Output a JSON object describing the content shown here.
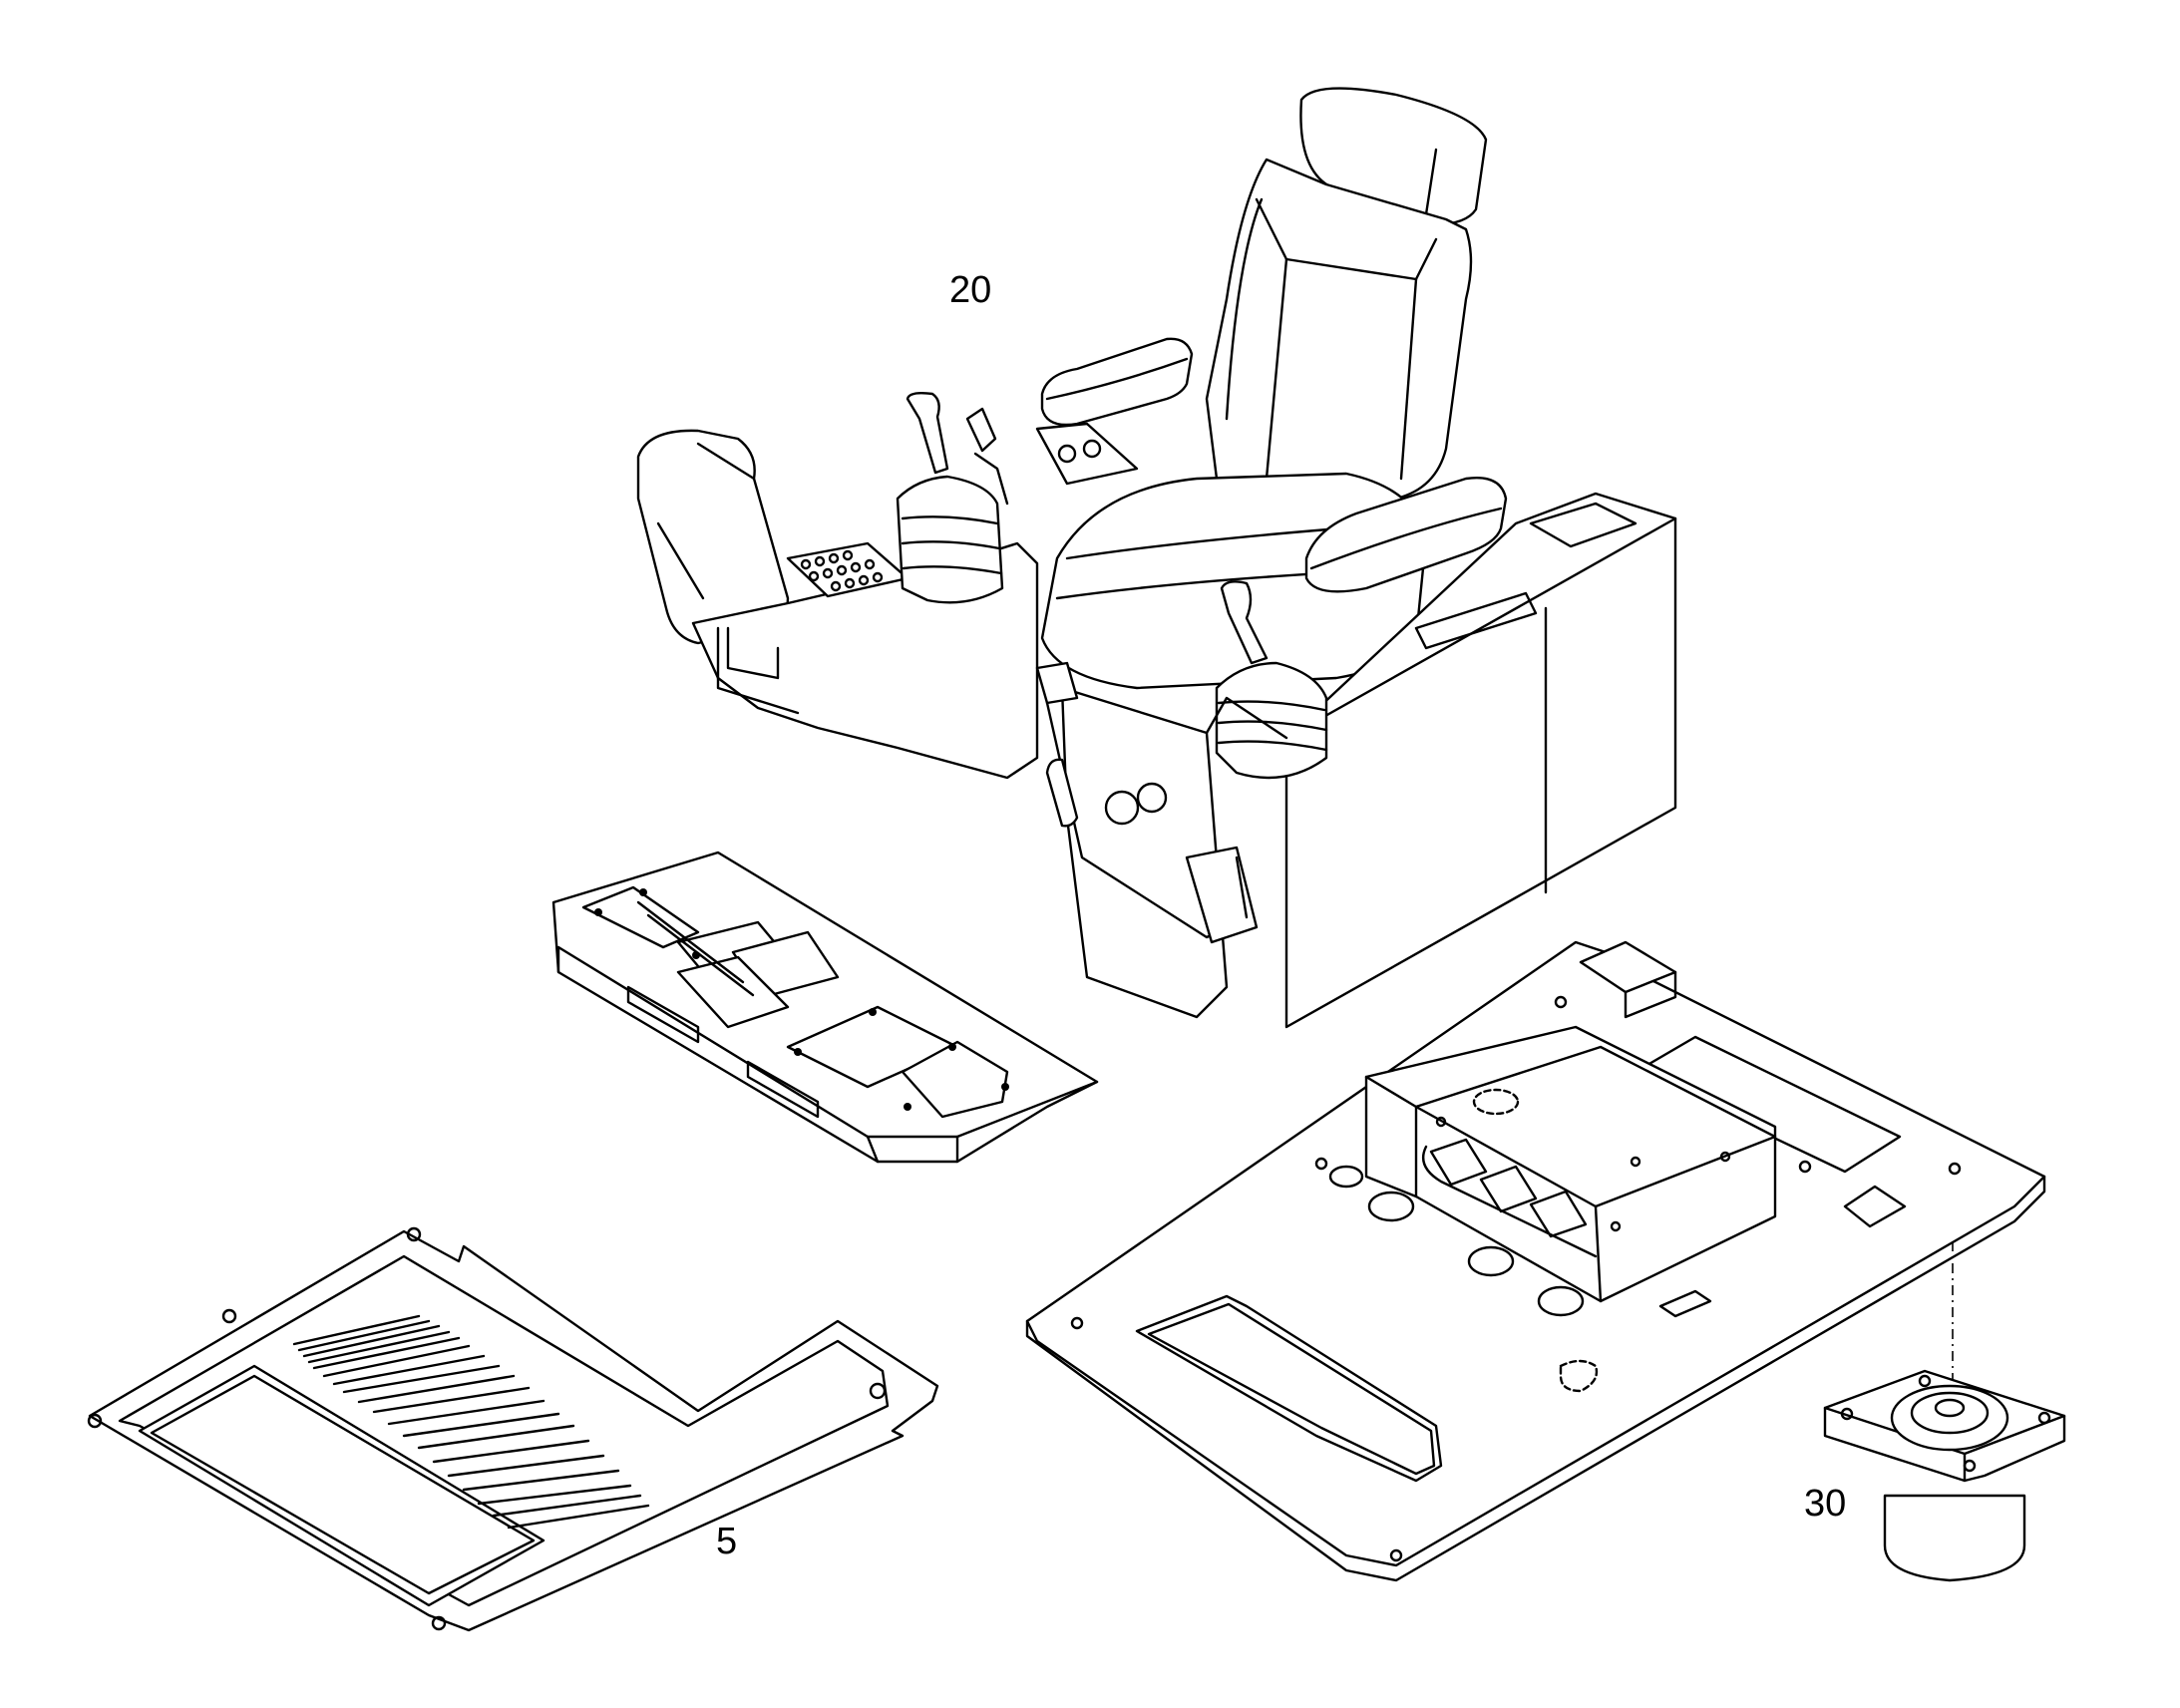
{
  "diagram": {
    "callouts": [
      {
        "id": "20",
        "label": "20"
      },
      {
        "id": "5",
        "label": "5"
      },
      {
        "id": "30",
        "label": "30"
      }
    ]
  }
}
